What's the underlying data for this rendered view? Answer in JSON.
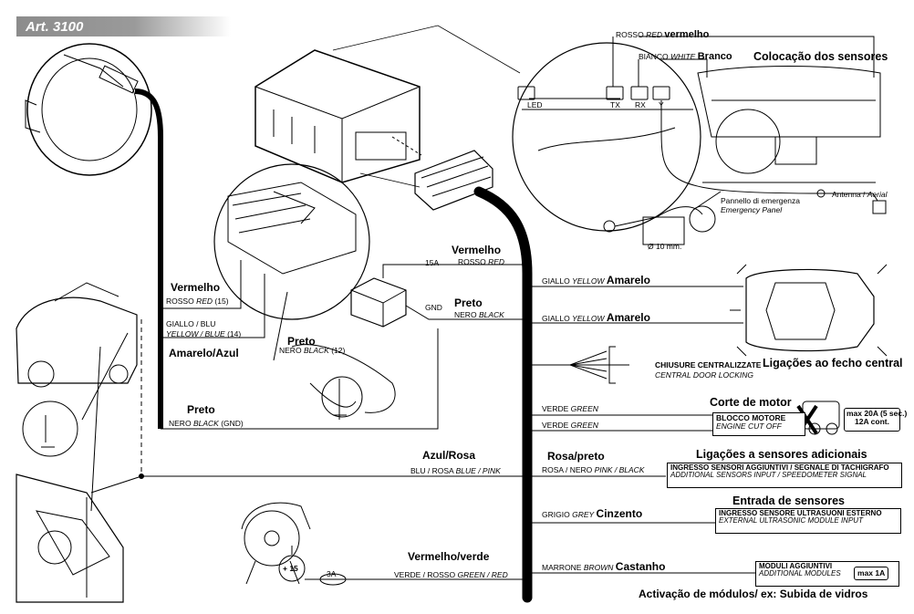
{
  "header": {
    "article": "Art. 3100"
  },
  "sensor_panel": {
    "top_red_label": "ROSSO",
    "top_red_en": "RED",
    "top_red_pt": "vermelho",
    "white_label": "BIANCO",
    "white_en": "WHITE",
    "white_pt": "Branco",
    "placement_title": "Colocação dos sensores",
    "connectors": [
      "LED",
      "TX",
      "RX",
      "Y"
    ],
    "emergency_panel_it": "Pannello di emergenza",
    "emergency_panel_en": "Emergency Panel",
    "antenna_label": "Antenna /",
    "antenna_en": "Aerial",
    "hole_size": "Ø 10 mm."
  },
  "left_wires": {
    "red_pt": "Vermelho",
    "red_it": "ROSSO",
    "red_en": "RED",
    "red_pin": "(15)",
    "yellow_blue_it": "GIALLO / BLU",
    "yellow_blue_en": "YELLOW / BLUE",
    "yellow_blue_pin": "(14)",
    "yellow_blue_pt": "Amarelo/Azul",
    "black_pt": "Preto",
    "black_it": "NERO",
    "black_en": "BLACK",
    "black_pin": "(12)",
    "gnd_pt": "Preto",
    "gnd_it": "NERO",
    "gnd_en": "BLACK",
    "gnd_pin": "(GND)"
  },
  "battery": {
    "fuse": "15A",
    "red_pt": "Vermelho",
    "red_it": "ROSSO",
    "red_en": "RED",
    "gnd": "GND",
    "black_pt": "Preto",
    "black_it": "NERO",
    "black_en": "BLACK"
  },
  "right_wires": {
    "yellow1_it": "GIALLO",
    "yellow1_en": "YELLOW",
    "yellow1_pt": "Amarelo",
    "yellow2_it": "GIALLO",
    "yellow2_en": "YELLOW",
    "yellow2_pt": "Amarelo",
    "central_lock_it": "CHIUSURE CENTRALIZZATE",
    "central_lock_en": "CENTRAL DOOR LOCKING",
    "central_lock_pt": "Ligações ao fecho central",
    "engine_cut_title": "Corte de motor",
    "green1_it": "VERDE",
    "green1_en": "GREEN",
    "green2_it": "VERDE",
    "green2_en": "GREEN",
    "engine_block_it": "BLOCCO MOTORE",
    "engine_block_en": "ENGINE CUT OFF",
    "engine_max_1": "max 20A (5 sec.)",
    "engine_max_2": "12A cont.",
    "pink_black_pt": "Rosa/preto",
    "pink_black_it": "ROSA / NERO",
    "pink_black_en": "PINK / BLACK",
    "add_sensors_title": "Ligações a sensores adicionais",
    "add_sensors_it": "INGRESSO SENSORI AGGIUNTIVI / SEGNALE DI TACHIGRAFO",
    "add_sensors_en": "ADDITIONAL SENSORS INPUT / SPEEDOMETER SIGNAL",
    "grey_it": "GRIGIO",
    "grey_en": "GREY",
    "grey_pt": "Cinzento",
    "sensor_input_title": "Entrada de sensores",
    "ultrasonic_it": "INGRESSO SENSORE ULTRASUONI ESTERNO",
    "ultrasonic_en": "EXTERNAL ULTRASONIC MODULE INPUT",
    "brown_it": "MARRONE",
    "brown_en": "BROWN",
    "brown_pt": "Castanho",
    "modules_it": "MODULI AGGIUNTIVI",
    "modules_en": "ADDITIONAL MODULES",
    "modules_max": "max 1A",
    "modules_caption": "Activação de módulos/ ex: Subida de vidros"
  },
  "bottom_wires": {
    "blue_pink_pt": "Azul/Rosa",
    "blue_pink_it": "BLU / ROSA",
    "blue_pink_en": "BLUE / PINK",
    "green_red_pt": "Vermelho/verde",
    "green_red_it": "VERDE / ROSSO",
    "green_red_en": "GREEN / RED",
    "fuse_3a": "3A",
    "ignition": "+ 15"
  }
}
